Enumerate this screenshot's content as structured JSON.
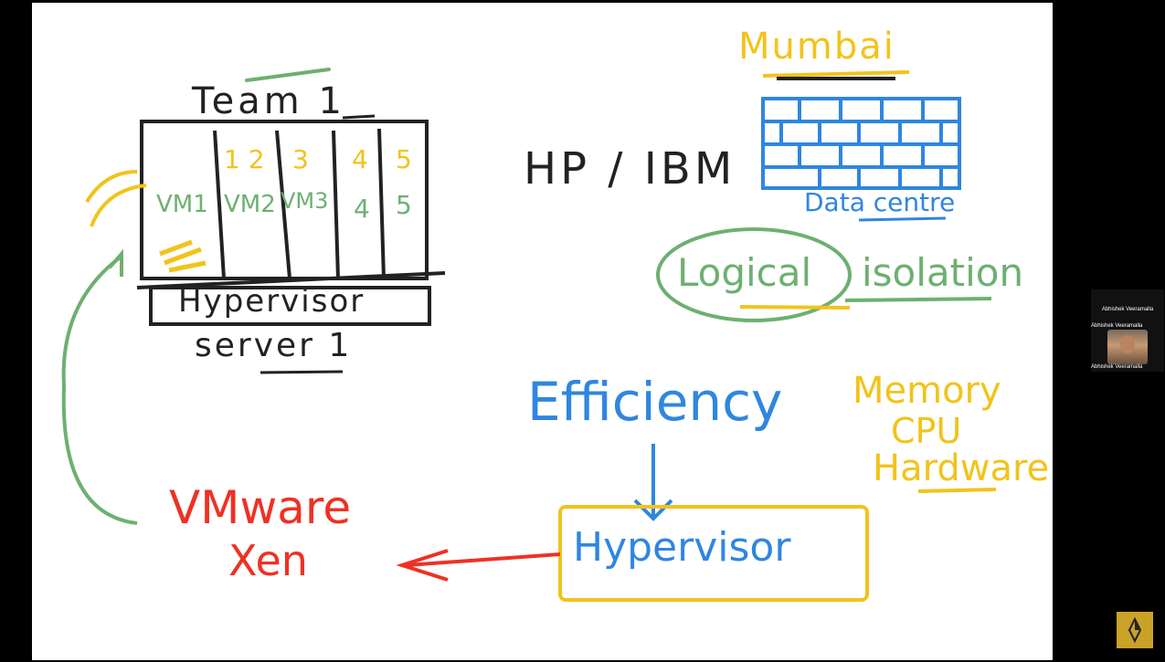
{
  "whiteboard": {
    "left": {
      "team_label": "Team 1",
      "slot_numbers": [
        "1 2",
        "3",
        "4",
        "5"
      ],
      "vm_labels": [
        "VM1",
        "VM2",
        "VM3",
        "4",
        "5"
      ],
      "hypervisor_label": "Hypervisor",
      "server_label": "server 1"
    },
    "right_top": {
      "city": "Mumbai",
      "vendor": "HP / IBM",
      "datacenter_label": "Data centre",
      "logical": "Logical",
      "isolation": "isolation"
    },
    "middle": {
      "efficiency": "Efficiency",
      "hypervisor_box": "Hypervisor"
    },
    "right_bottom": {
      "resources": [
        "Memory",
        "CPU",
        "Hardware"
      ]
    },
    "bottom_left": {
      "products": [
        "VMware",
        "Xen"
      ]
    },
    "colors": {
      "black": "#222222",
      "yellow": "#f2c31b",
      "green": "#6db071",
      "blue": "#2f86e0",
      "red": "#ee3124"
    }
  },
  "participant": {
    "name_top": "Abhishek Veeramalla",
    "name_mid": "Abhishek Veeramalla",
    "name_bottom": "Abhishek Veeramalla"
  },
  "navigator": {
    "icon": "compass-icon"
  }
}
